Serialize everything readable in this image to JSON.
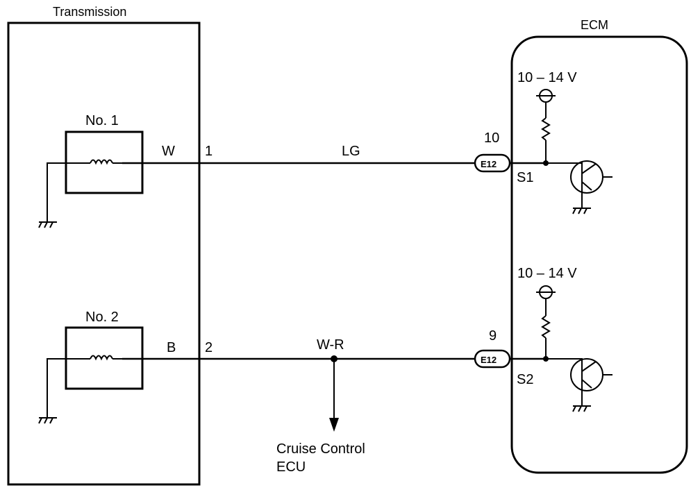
{
  "transmission": {
    "title": "Transmission"
  },
  "ecm": {
    "title": "ECM"
  },
  "solenoids": [
    {
      "label": "No. 1",
      "wire_color": "W",
      "pin": "1"
    },
    {
      "label": "No. 2",
      "wire_color": "B",
      "pin": "2"
    }
  ],
  "harness": [
    {
      "wire_color": "LG",
      "ecm_pin": "10",
      "connector": "E12",
      "signal": "S1",
      "supply": "10 – 14 V"
    },
    {
      "wire_color": "W-R",
      "ecm_pin": "9",
      "connector": "E12",
      "signal": "S2",
      "supply": "10 – 14 V"
    }
  ],
  "branch": {
    "label_line1": "Cruise Control",
    "label_line2": "ECU"
  }
}
